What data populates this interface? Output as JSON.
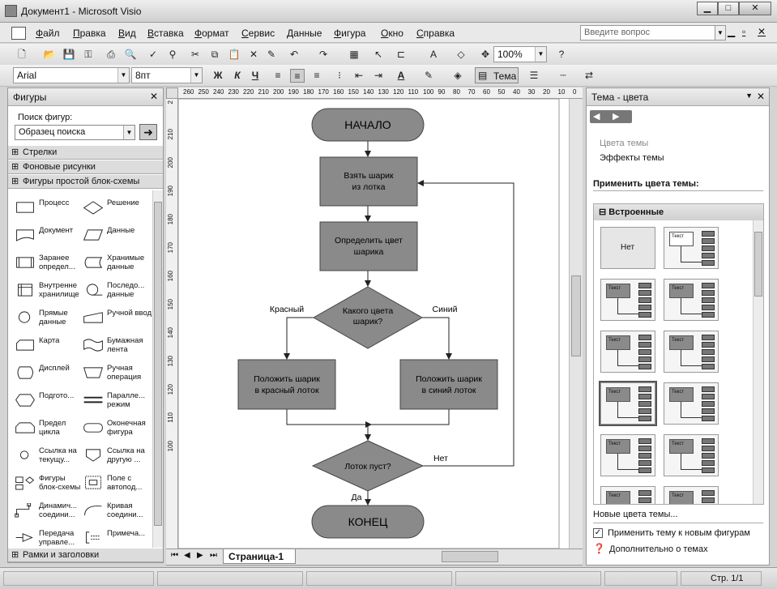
{
  "window": {
    "title": "Документ1 - Microsoft Visio",
    "min": "▁",
    "max": "□",
    "close": "✕"
  },
  "menu": [
    "Файл",
    "Правка",
    "Вид",
    "Вставка",
    "Формат",
    "Сервис",
    "Данные",
    "Фигура",
    "Окно",
    "Справка"
  ],
  "ask_placeholder": "Введите вопрос",
  "standard_toolbar": {
    "zoom": "100%"
  },
  "format_toolbar": {
    "font": "Arial",
    "size": "8пт",
    "bold": "Ж",
    "italic": "К",
    "underline": "Ч",
    "theme": "Тема"
  },
  "shapes_pane": {
    "title": "Фигуры",
    "search_label": "Поиск фигур:",
    "search_placeholder": "Образец поиска",
    "stencils": [
      "Стрелки",
      "Фоновые рисунки",
      "Фигуры простой блок-схемы"
    ],
    "bottom_stencil": "Рамки и заголовки",
    "items": [
      [
        "Процесс",
        "Решение"
      ],
      [
        "Документ",
        "Данные"
      ],
      [
        "Заранее определ...",
        "Хранимые данные"
      ],
      [
        "Внутренне хранилище",
        "Последо... данные"
      ],
      [
        "Прямые данные",
        "Ручной ввод"
      ],
      [
        "Карта",
        "Бумажная лента"
      ],
      [
        "Дисплей",
        "Ручная операция"
      ],
      [
        "Подгото...",
        "Паралле... режим"
      ],
      [
        "Предел цикла",
        "Оконечная фигура"
      ],
      [
        "Ссылка на текущу...",
        "Ссылка на другую ..."
      ],
      [
        "Фигуры блок-схемы",
        "Поле с автопод..."
      ],
      [
        "Динамич... соедини...",
        "Кривая соедини..."
      ],
      [
        "Передача управле...",
        "Примеча..."
      ]
    ]
  },
  "ruler_h": [
    "260",
    "250",
    "240",
    "230",
    "220",
    "210",
    "200",
    "190",
    "180",
    "170",
    "160",
    "150",
    "140",
    "130",
    "120",
    "110",
    "100",
    "90",
    "80",
    "70",
    "60",
    "50",
    "40",
    "30",
    "20",
    "10",
    "0"
  ],
  "ruler_v": [
    "2",
    "210",
    "200",
    "190",
    "180",
    "170",
    "160",
    "150",
    "140",
    "130",
    "120",
    "110",
    "100"
  ],
  "flowchart": {
    "start": "НАЧАЛО",
    "step1": [
      "Взять шарик",
      "из лотка"
    ],
    "step2": [
      "Определить цвет",
      "шарика"
    ],
    "decision1": [
      "Какого цвета",
      "шарик?"
    ],
    "red_label": "Красный",
    "blue_label": "Синий",
    "red_box": [
      "Положить шарик",
      "в красный лоток"
    ],
    "blue_box": [
      "Положить шарик",
      "в синий лоток"
    ],
    "decision2": "Лоток пуст?",
    "no_label": "Нет",
    "yes_label": "Да",
    "end": "КОНЕЦ",
    "shape_fill": "#8a8a8a"
  },
  "page_tab": "Страница-1",
  "task_pane": {
    "title": "Тема - цвета",
    "link_colors": "Цвета темы",
    "link_effects": "Эффекты темы",
    "apply_header": "Применить цвета темы:",
    "group": "Встроенные",
    "none_label": "Нет",
    "thumb_text": "Текст",
    "new_colors": "Новые цвета темы...",
    "apply_checkbox": "Применить тему к новым фигурам",
    "more": "Дополнительно о темах"
  },
  "status": {
    "page": "Стр. 1/1"
  }
}
